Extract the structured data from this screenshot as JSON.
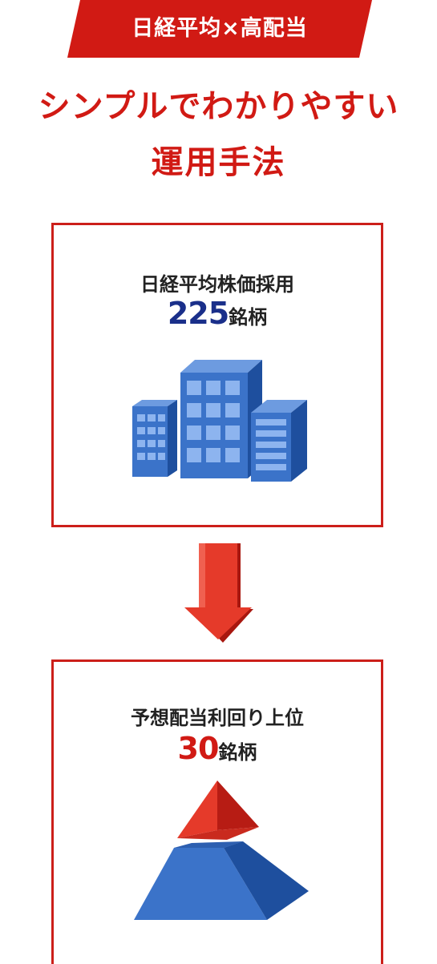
{
  "banner": {
    "text": "日経平均×高配当",
    "color": "#d11a14"
  },
  "headline": {
    "line1": "シンプルでわかりやすい",
    "line2": "運用手法"
  },
  "step1": {
    "label": "日経平均株価採用",
    "count": "225",
    "unit": "銘柄",
    "count_color": "#1a2f8a",
    "icon": "office-buildings-icon"
  },
  "arrow": {
    "icon": "arrow-down-icon",
    "color": "#e53a2a"
  },
  "step2": {
    "label": "予想配当利回り上位",
    "count": "30",
    "unit": "銘柄",
    "count_color": "#d11a14",
    "icon": "pyramid-icon"
  }
}
